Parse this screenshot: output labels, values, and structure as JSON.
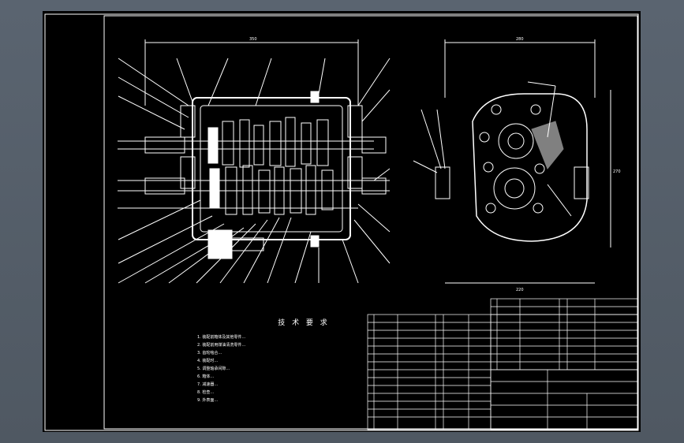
{
  "tech_notes": {
    "title": "技 术 要 求",
    "items": [
      "1. 装配前箱体及其他零件…",
      "2. 装配前用煤油清洗零件…",
      "3. 齿轮啮合…",
      "4. 装配时…",
      "5. 调整轴承间隙…",
      "6. 箱体…",
      "7. 减速器…",
      "8. 检查…",
      "9. 外表面…"
    ]
  },
  "dims": {
    "main_width": "350",
    "side_width": "280",
    "side_height": "270",
    "side_bottom": "220"
  },
  "colors": {
    "paper": "#000000",
    "lines": "#ffffff",
    "frame": "#ffffff",
    "viewport": "#57606b"
  }
}
